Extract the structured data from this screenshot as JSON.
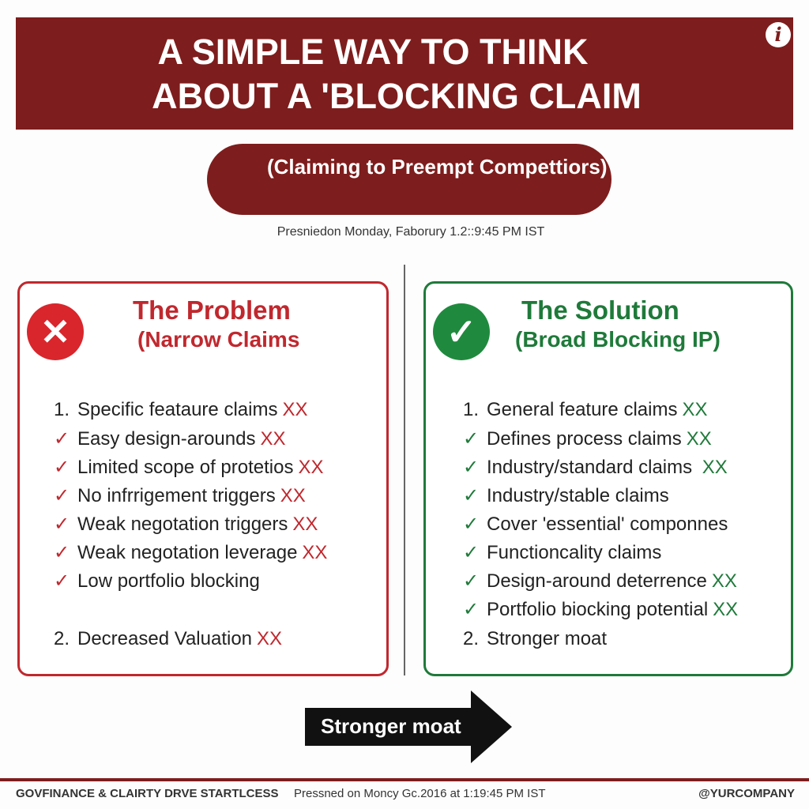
{
  "header": {
    "title_line1": "A SIMPLE WAY TO THINK",
    "title_line2": "ABOUT A 'BLOCKING CLAIM",
    "info_icon": "i"
  },
  "subtitle": "(Claiming to Preempt Compettiors)",
  "posted_line": "Presniedon Monday, Faborury 1.2::9:45 PM IST",
  "colors": {
    "brand": "#7e1d1d",
    "problem": "#c0282e",
    "solution": "#1f7a3a"
  },
  "problem": {
    "icon": "x-circle-icon",
    "title": "The Problem",
    "subtitle": "(Narrow Claims",
    "items": [
      {
        "marker": "1.",
        "text": "Specific feataure claims",
        "flag": "XX"
      },
      {
        "marker": "✓",
        "text": "Easy design-arounds",
        "flag": "XX"
      },
      {
        "marker": "✓",
        "text": "Limited scope of protetios",
        "flag": "XX"
      },
      {
        "marker": "✓",
        "text": "No infrrigement triggers",
        "flag": "XX"
      },
      {
        "marker": "✓",
        "text": "Weak negotation triggers",
        "flag": "XX"
      },
      {
        "marker": "✓",
        "text": "Weak negotation leverage",
        "flag": "XX"
      },
      {
        "marker": "✓",
        "text": "Low portfolio blocking",
        "flag": ""
      },
      {
        "marker": "2.",
        "text": "Decreased Valuation",
        "flag": "XX"
      }
    ]
  },
  "solution": {
    "icon": "check-circle-icon",
    "title": "The Solution",
    "subtitle": "(Broad Blocking IP)",
    "items": [
      {
        "marker": "1.",
        "text": "General feature claims",
        "flag": "XX"
      },
      {
        "marker": "✓",
        "text": "Defines  process claims",
        "flag": "XX"
      },
      {
        "marker": "✓",
        "text": "Industry/standard claims ",
        "flag": "XX"
      },
      {
        "marker": "✓",
        "text": "Industry/stable claims",
        "flag": ""
      },
      {
        "marker": "✓",
        "text": "Cover 'essential' componnes",
        "flag": ""
      },
      {
        "marker": "✓",
        "text": "Functioncality claims",
        "flag": ""
      },
      {
        "marker": "✓",
        "text": "Design-around deterrence",
        "flag": "XX"
      },
      {
        "marker": "✓",
        "text": "Portfolio biocking potential",
        "flag": "XX"
      },
      {
        "marker": "2.",
        "text": "Stronger moat",
        "flag": ""
      }
    ]
  },
  "arrow_label": "Stronger moat",
  "footer": {
    "left": "GOVFINANCE & CLAIRTY DRVE STARTLCESS",
    "middle": "Pressned on Moncy Gc.2016 at 1:19:45 PM IST",
    "right": "@YURCOMPANY"
  }
}
